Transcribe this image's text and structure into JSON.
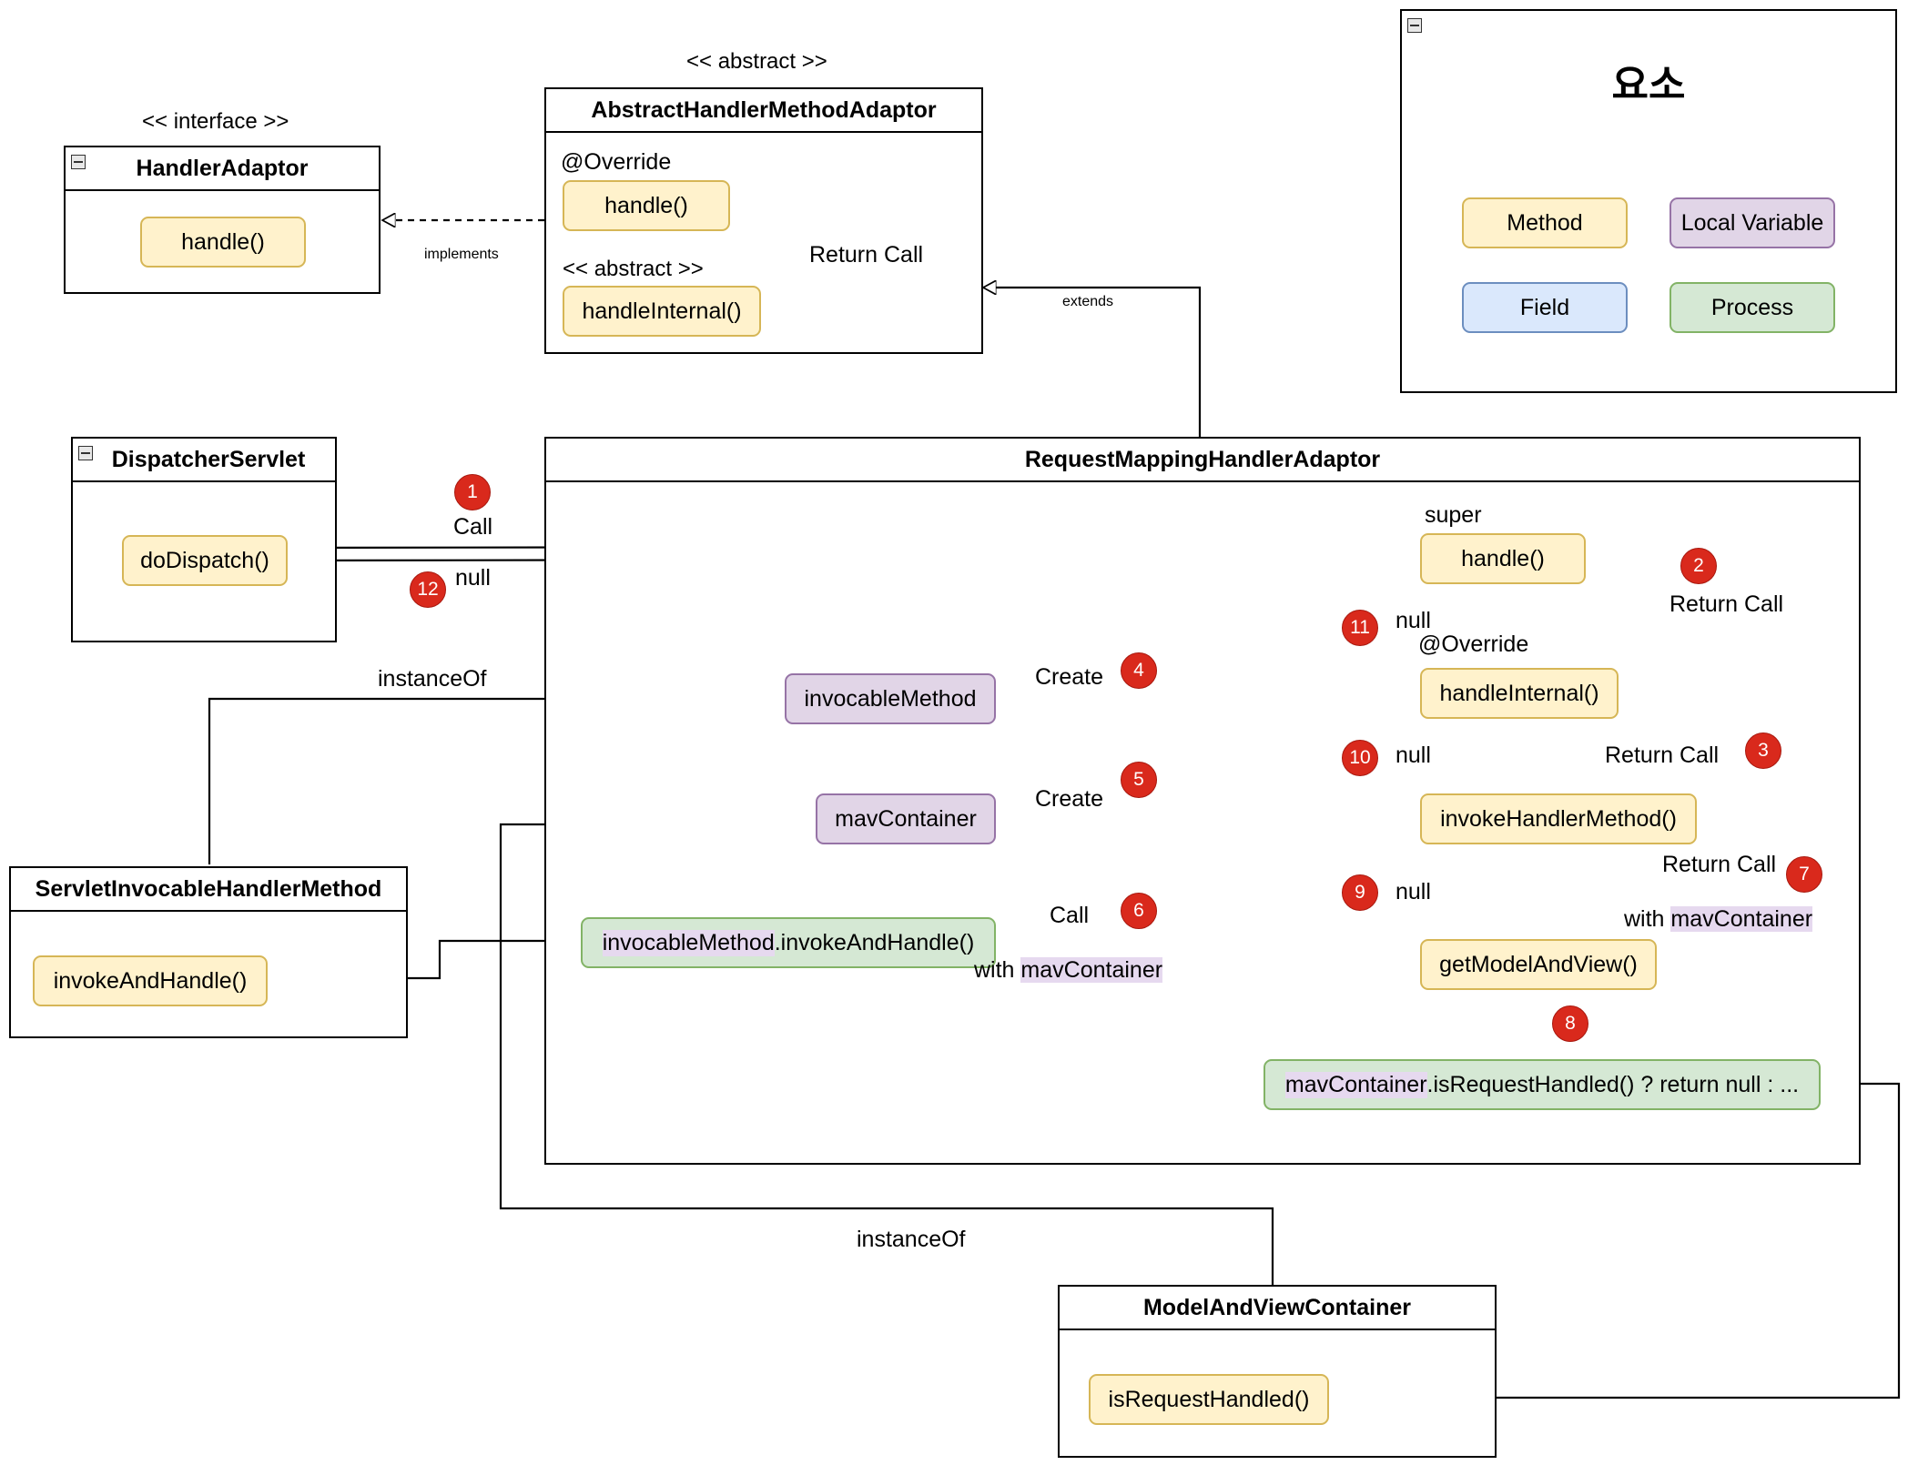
{
  "legend": {
    "title": "요소",
    "items": [
      {
        "label": "Method",
        "fill": "#fff2cc",
        "stroke": "#d6b656"
      },
      {
        "label": "Local Variable",
        "fill": "#e1d5e7",
        "stroke": "#9673a6"
      },
      {
        "label": "Field",
        "fill": "#dae8fc",
        "stroke": "#6c8ebf"
      },
      {
        "label": "Process",
        "fill": "#d5e8d4",
        "stroke": "#82b366"
      }
    ]
  },
  "classes": {
    "handler_adaptor": {
      "stereotype": "<< interface >>",
      "name": "HandlerAdaptor",
      "method": "handle()"
    },
    "abstract_adaptor": {
      "stereotype": "<< abstract >>",
      "name": "AbstractHandlerMethodAdaptor",
      "override": "@Override",
      "handle": "handle()",
      "inner_stereotype": "<< abstract >>",
      "handle_internal": "handleInternal()",
      "return_call": "Return Call"
    },
    "dispatcher": {
      "name": "DispatcherServlet",
      "method": "doDispatch()"
    },
    "request_mapping": {
      "name": "RequestMappingHandlerAdaptor",
      "super": "super",
      "handle": "handle()",
      "override": "@Override",
      "handle_internal": "handleInternal()",
      "invoke_handler_method": "invokeHandlerMethod()",
      "get_model_and_view": "getModelAndView()",
      "invocable_method": "invocableMethod",
      "mav_container": "mavContainer",
      "invoke_and_handle_var": "invocableMethod",
      "invoke_and_handle_rest": ".invokeAndHandle()",
      "is_request_handled_var": "mavContainer",
      "is_request_handled_rest": ".isRequestHandled() ? return null : ..."
    },
    "servlet_invocable": {
      "name": "ServletInvocableHandlerMethod",
      "method": "invokeAndHandle()"
    },
    "model_and_view_container": {
      "name": "ModelAndViewContainer",
      "method": "isRequestHandled()"
    }
  },
  "edges": {
    "implements": "implements",
    "extends": "extends",
    "call": "Call",
    "null": "null",
    "return_call": "Return Call",
    "create": "Create",
    "instance_of": "instanceOf",
    "with": "with",
    "mav_container": "mavContainer"
  },
  "steps": [
    "1",
    "2",
    "3",
    "4",
    "5",
    "6",
    "7",
    "8",
    "9",
    "10",
    "11",
    "12"
  ],
  "colors": {
    "badge": "#d9291c"
  }
}
